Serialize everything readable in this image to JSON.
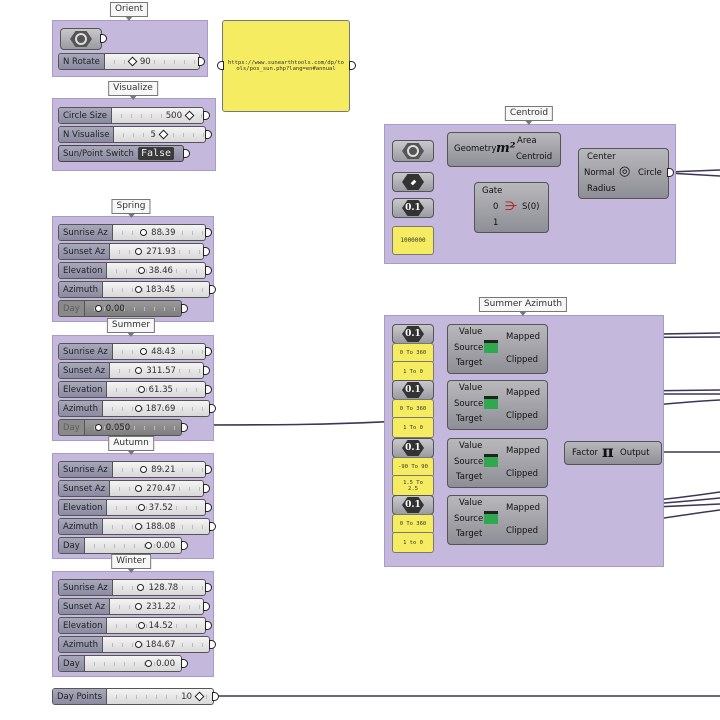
{
  "orient": {
    "title": "Orient",
    "n_rotate": {
      "label": "N Rotate",
      "value": "90"
    }
  },
  "url_panel": {
    "text": "https://www.sunearthtools.com/dp/tools/pos_sun.php?lang=en#annual"
  },
  "visualize": {
    "title": "Visualize",
    "circle_size": {
      "label": "Circle Size",
      "value": "500"
    },
    "n_visualise": {
      "label": "N Visualise",
      "value": "5"
    },
    "switch": {
      "label": "Sun/Point Switch",
      "value": "False"
    }
  },
  "seasons": [
    {
      "title": "Spring",
      "sunrise_az": "88.39",
      "sunset_az": "271.93",
      "elevation": "38.46",
      "azimuth": "183.45",
      "day": "0.00",
      "day_enabled": false
    },
    {
      "title": "Summer",
      "sunrise_az": "48.43",
      "sunset_az": "311.57",
      "elevation": "61.35",
      "azimuth": "187.69",
      "day": "0.050",
      "day_enabled": true
    },
    {
      "title": "Autumn",
      "sunrise_az": "89.21",
      "sunset_az": "270.47",
      "elevation": "37.52",
      "azimuth": "188.08",
      "day": "0.00",
      "day_enabled": false
    },
    {
      "title": "Winter",
      "sunrise_az": "128.78",
      "sunset_az": "231.22",
      "elevation": "14.52",
      "azimuth": "184.67",
      "day": "0.00",
      "day_enabled": false
    }
  ],
  "slider_labels": {
    "sunrise_az": "Sunrise Az",
    "sunset_az": "Sunset Az",
    "elevation": "Elevation",
    "azimuth": "Azimuth",
    "day": "Day"
  },
  "day_points": {
    "label": "Day Points",
    "value": "10"
  },
  "centroid": {
    "title": "Centroid",
    "area_comp": {
      "input": "Geometry",
      "icon": "m²",
      "outputs": [
        "Area",
        "Centroid"
      ]
    },
    "gate_comp": {
      "inputs": [
        "Gate",
        "0",
        "1"
      ],
      "output": "S(0)"
    },
    "panel_value": "1000000",
    "number_label": "0.1",
    "circle_comp": {
      "inputs": [
        "Center",
        "Normal",
        "Radius"
      ],
      "output": "Circle"
    }
  },
  "summer_azimuth": {
    "title": "Summer Azimuth",
    "remap_inputs": [
      "Value",
      "Source",
      "Target"
    ],
    "remap_outputs": [
      "Mapped",
      "Clipped"
    ],
    "number_label": "0.1",
    "rows": [
      {
        "source": "0 To 360",
        "target": "1 To 0"
      },
      {
        "source": "0 To 360",
        "target": "1 To 0"
      },
      {
        "source": "-90 To 90",
        "target": "1.5 To 2.5"
      },
      {
        "source": "0 To 360",
        "target": "1 to 0"
      }
    ],
    "pi_comp": {
      "input": "Factor",
      "output": "Output",
      "icon": "π"
    }
  },
  "colors": {
    "group_fill": "#c4b8dd",
    "panel_yellow": "#f5ec62",
    "wire": "#4a3a6a"
  }
}
